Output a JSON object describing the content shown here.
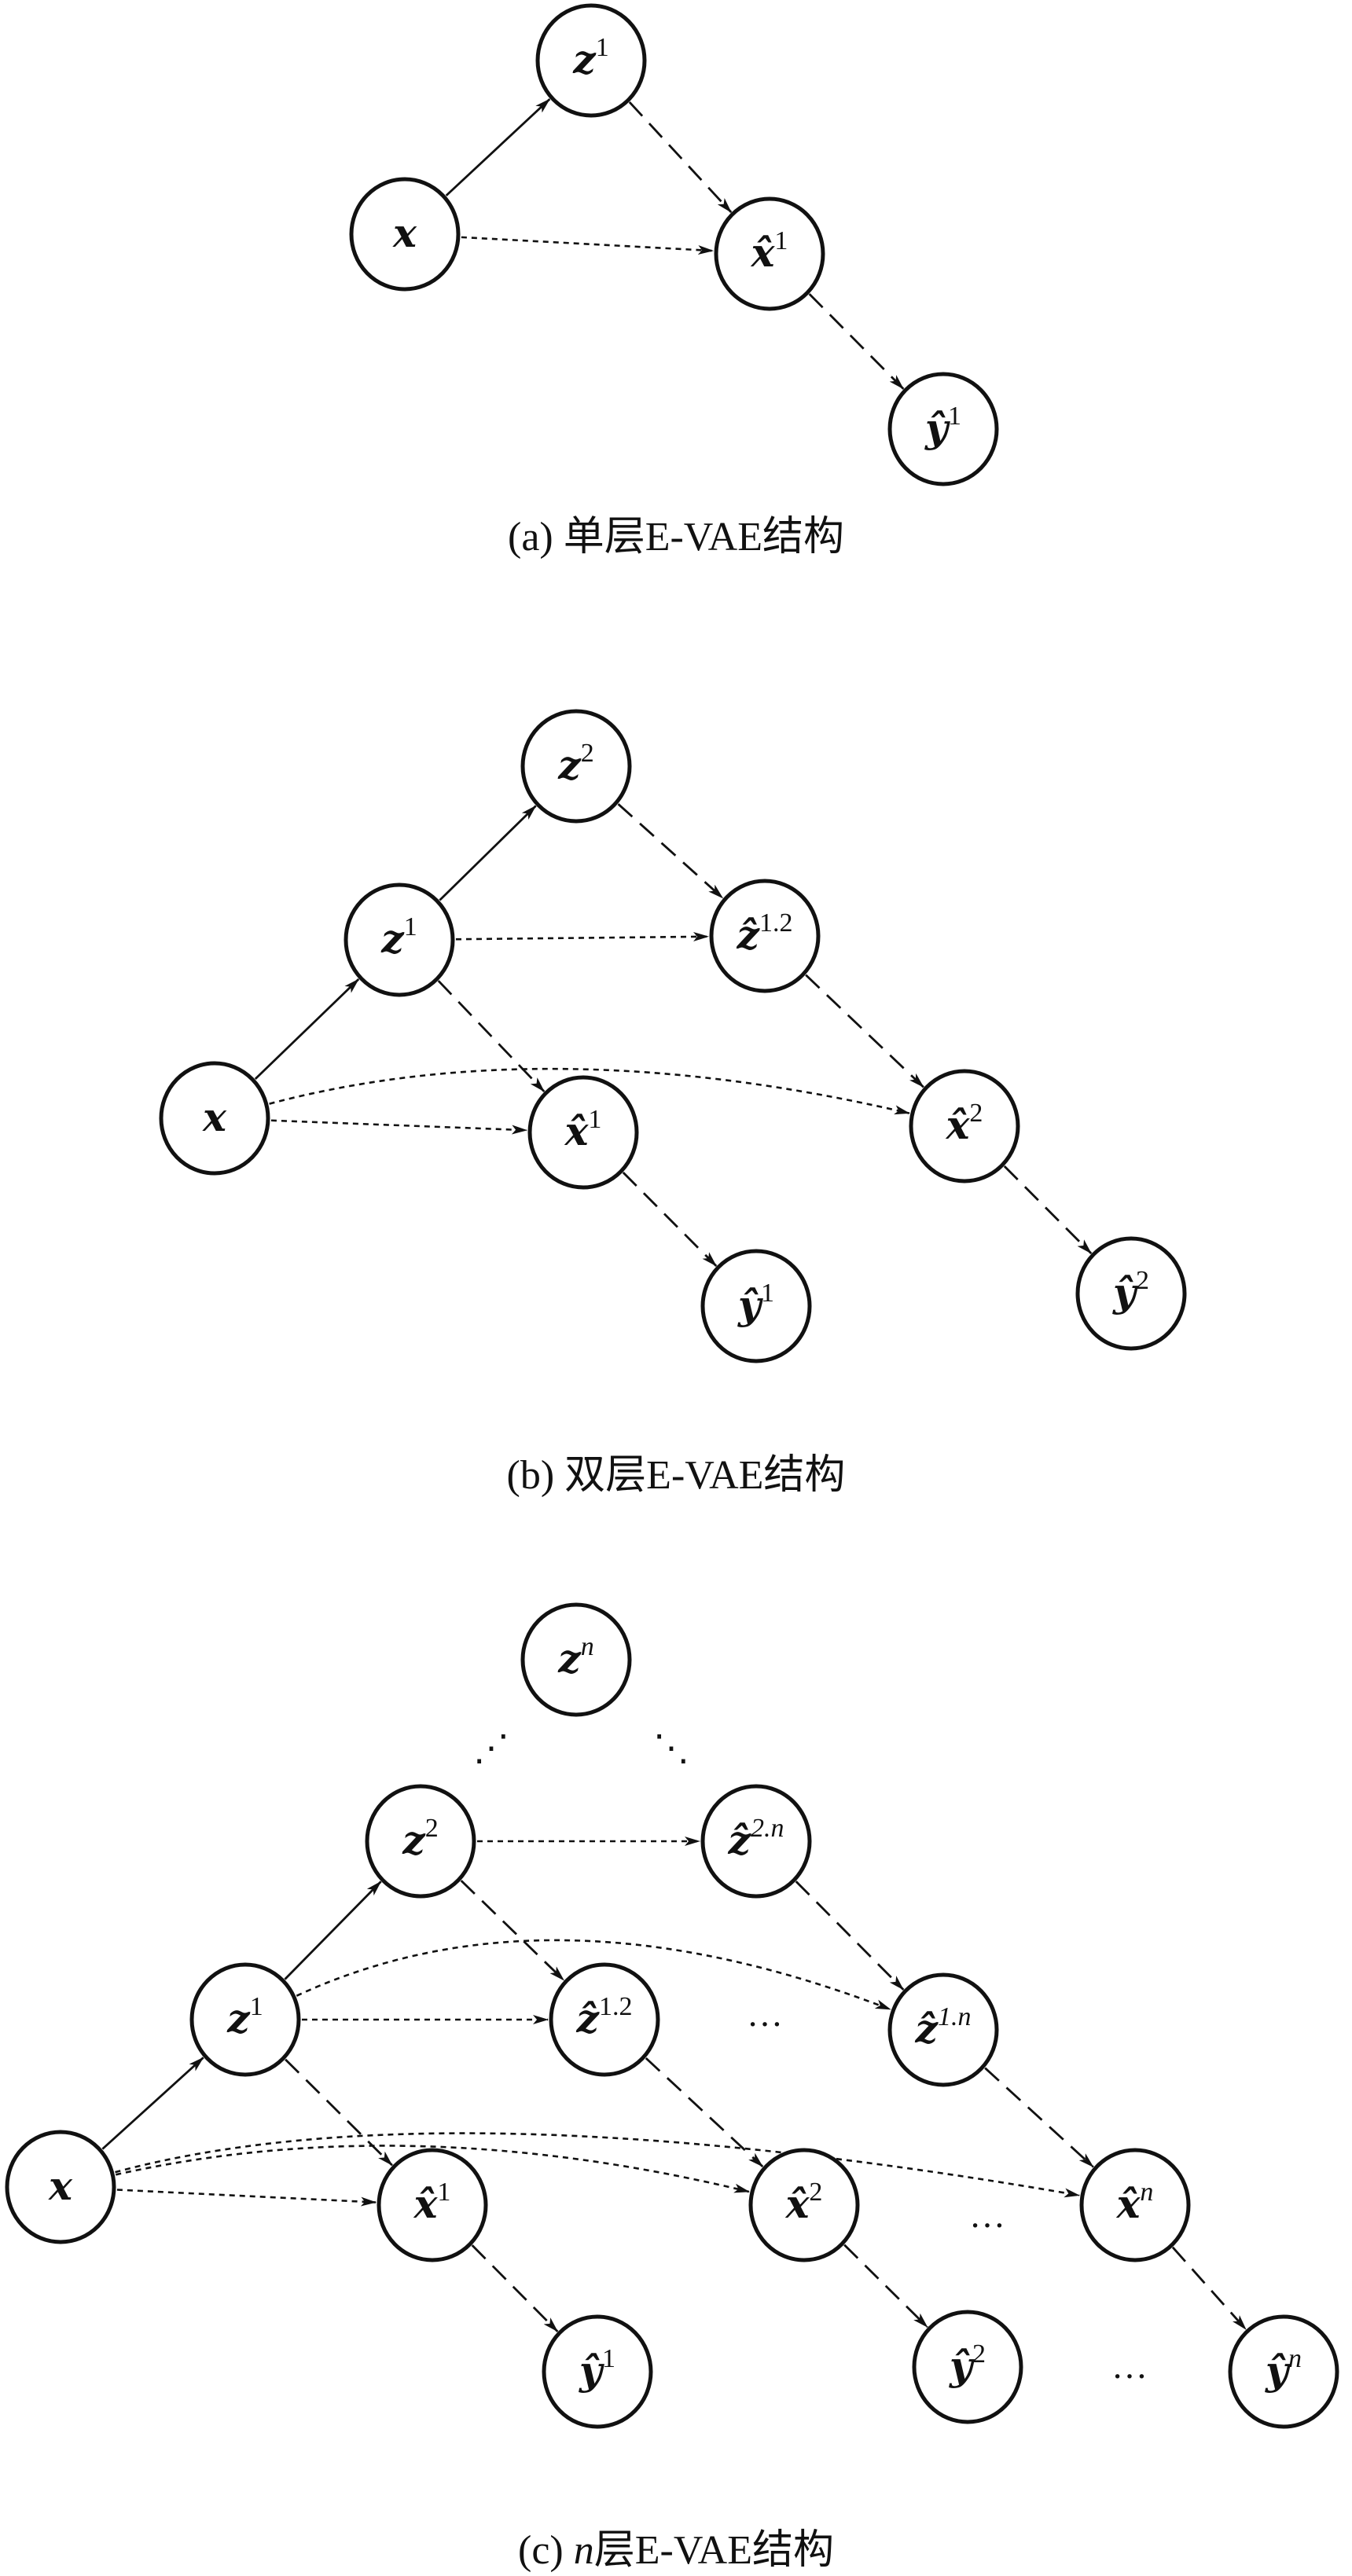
{
  "colors": {
    "stroke": "#111111",
    "background": "#ffffff"
  },
  "panels": [
    {
      "caption": "(a) 单层E-VAE结构",
      "nodes": [
        {
          "id": "x",
          "base": "x",
          "sup": ""
        },
        {
          "id": "z1",
          "base": "z",
          "sup": "1"
        },
        {
          "id": "xh1",
          "base": "x̂",
          "sup": "1"
        },
        {
          "id": "yh1",
          "base": "ŷ",
          "sup": "1"
        }
      ]
    },
    {
      "caption": "(b) 双层E-VAE结构",
      "nodes": [
        {
          "id": "z2",
          "base": "z",
          "sup": "2"
        },
        {
          "id": "z1",
          "base": "z",
          "sup": "1"
        },
        {
          "id": "zh12",
          "base": "ẑ",
          "sup": "1.2"
        },
        {
          "id": "x",
          "base": "x",
          "sup": ""
        },
        {
          "id": "xh1",
          "base": "x̂",
          "sup": "1"
        },
        {
          "id": "xh2",
          "base": "x̂",
          "sup": "2"
        },
        {
          "id": "yh1",
          "base": "ŷ",
          "sup": "1"
        },
        {
          "id": "yh2",
          "base": "ŷ",
          "sup": "2"
        }
      ]
    },
    {
      "caption_prefix": "(c) ",
      "caption_var": "n",
      "caption_rest": "层E-VAE结构",
      "nodes": [
        {
          "id": "zn",
          "base": "z",
          "sup": "n"
        },
        {
          "id": "z2",
          "base": "z",
          "sup": "2"
        },
        {
          "id": "zh2n",
          "base": "ẑ",
          "sup": "2.n"
        },
        {
          "id": "z1",
          "base": "z",
          "sup": "1"
        },
        {
          "id": "zh12",
          "base": "ẑ",
          "sup": "1.2"
        },
        {
          "id": "zh1n",
          "base": "ẑ",
          "sup": "1.n"
        },
        {
          "id": "x",
          "base": "x",
          "sup": ""
        },
        {
          "id": "xh1",
          "base": "x̂",
          "sup": "1"
        },
        {
          "id": "xh2",
          "base": "x̂",
          "sup": "2"
        },
        {
          "id": "xhn",
          "base": "x̂",
          "sup": "n"
        },
        {
          "id": "yh1",
          "base": "ŷ",
          "sup": "1"
        },
        {
          "id": "yh2",
          "base": "ŷ",
          "sup": "2"
        },
        {
          "id": "yhn",
          "base": "ŷ",
          "sup": "n"
        }
      ],
      "ellipsis": "…",
      "vdots": "⋰",
      "ddots": "⋱"
    }
  ]
}
